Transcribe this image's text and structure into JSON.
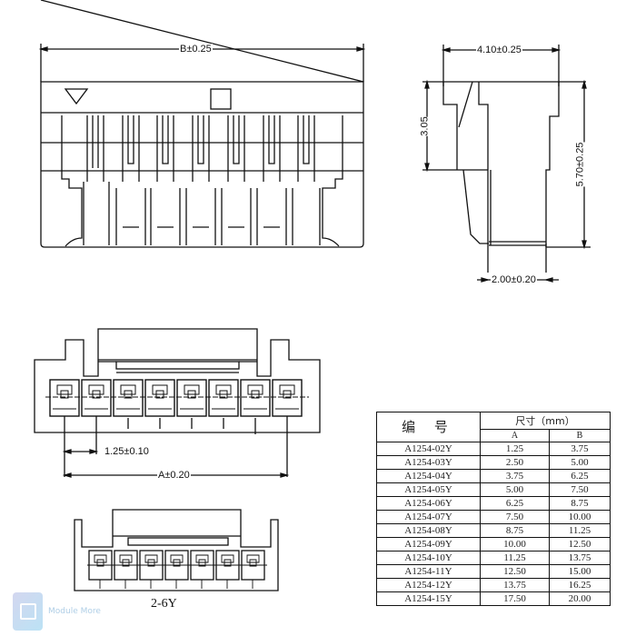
{
  "drawing": {
    "front_view": {
      "width_dim": "B±0.25",
      "markers": [
        "triangle-pin1-marker",
        "square-marker"
      ],
      "pin_slots": 8
    },
    "side_view": {
      "top_width_dim": "4.10±0.25",
      "partial_height_dim": "3.05",
      "total_height_dim": "5.70±0.25",
      "bottom_width_dim": "2.00±0.20"
    },
    "bottom_view": {
      "pitch_dim": "1.25±0.10",
      "span_dim": "A±0.20",
      "pin_cells": 8
    },
    "small_view": {
      "label": "2-6Y",
      "pin_cells": 7
    }
  },
  "table": {
    "header": {
      "code": "编 号",
      "size": "尺寸（mm）",
      "col_a": "A",
      "col_b": "B"
    },
    "rows": [
      {
        "part": "A1254-02Y",
        "a": "1.25",
        "b": "3.75"
      },
      {
        "part": "A1254-03Y",
        "a": "2.50",
        "b": "5.00"
      },
      {
        "part": "A1254-04Y",
        "a": "3.75",
        "b": "6.25"
      },
      {
        "part": "A1254-05Y",
        "a": "5.00",
        "b": "7.50"
      },
      {
        "part": "A1254-06Y",
        "a": "6.25",
        "b": "8.75"
      },
      {
        "part": "A1254-07Y",
        "a": "7.50",
        "b": "10.00"
      },
      {
        "part": "A1254-08Y",
        "a": "8.75",
        "b": "11.25"
      },
      {
        "part": "A1254-09Y",
        "a": "10.00",
        "b": "12.50"
      },
      {
        "part": "A1254-10Y",
        "a": "11.25",
        "b": "13.75"
      },
      {
        "part": "A1254-11Y",
        "a": "12.50",
        "b": "15.00"
      },
      {
        "part": "A1254-12Y",
        "a": "13.75",
        "b": "16.25"
      },
      {
        "part": "A1254-15Y",
        "a": "17.50",
        "b": "20.00"
      }
    ]
  },
  "watermark": {
    "text": "Module More"
  }
}
